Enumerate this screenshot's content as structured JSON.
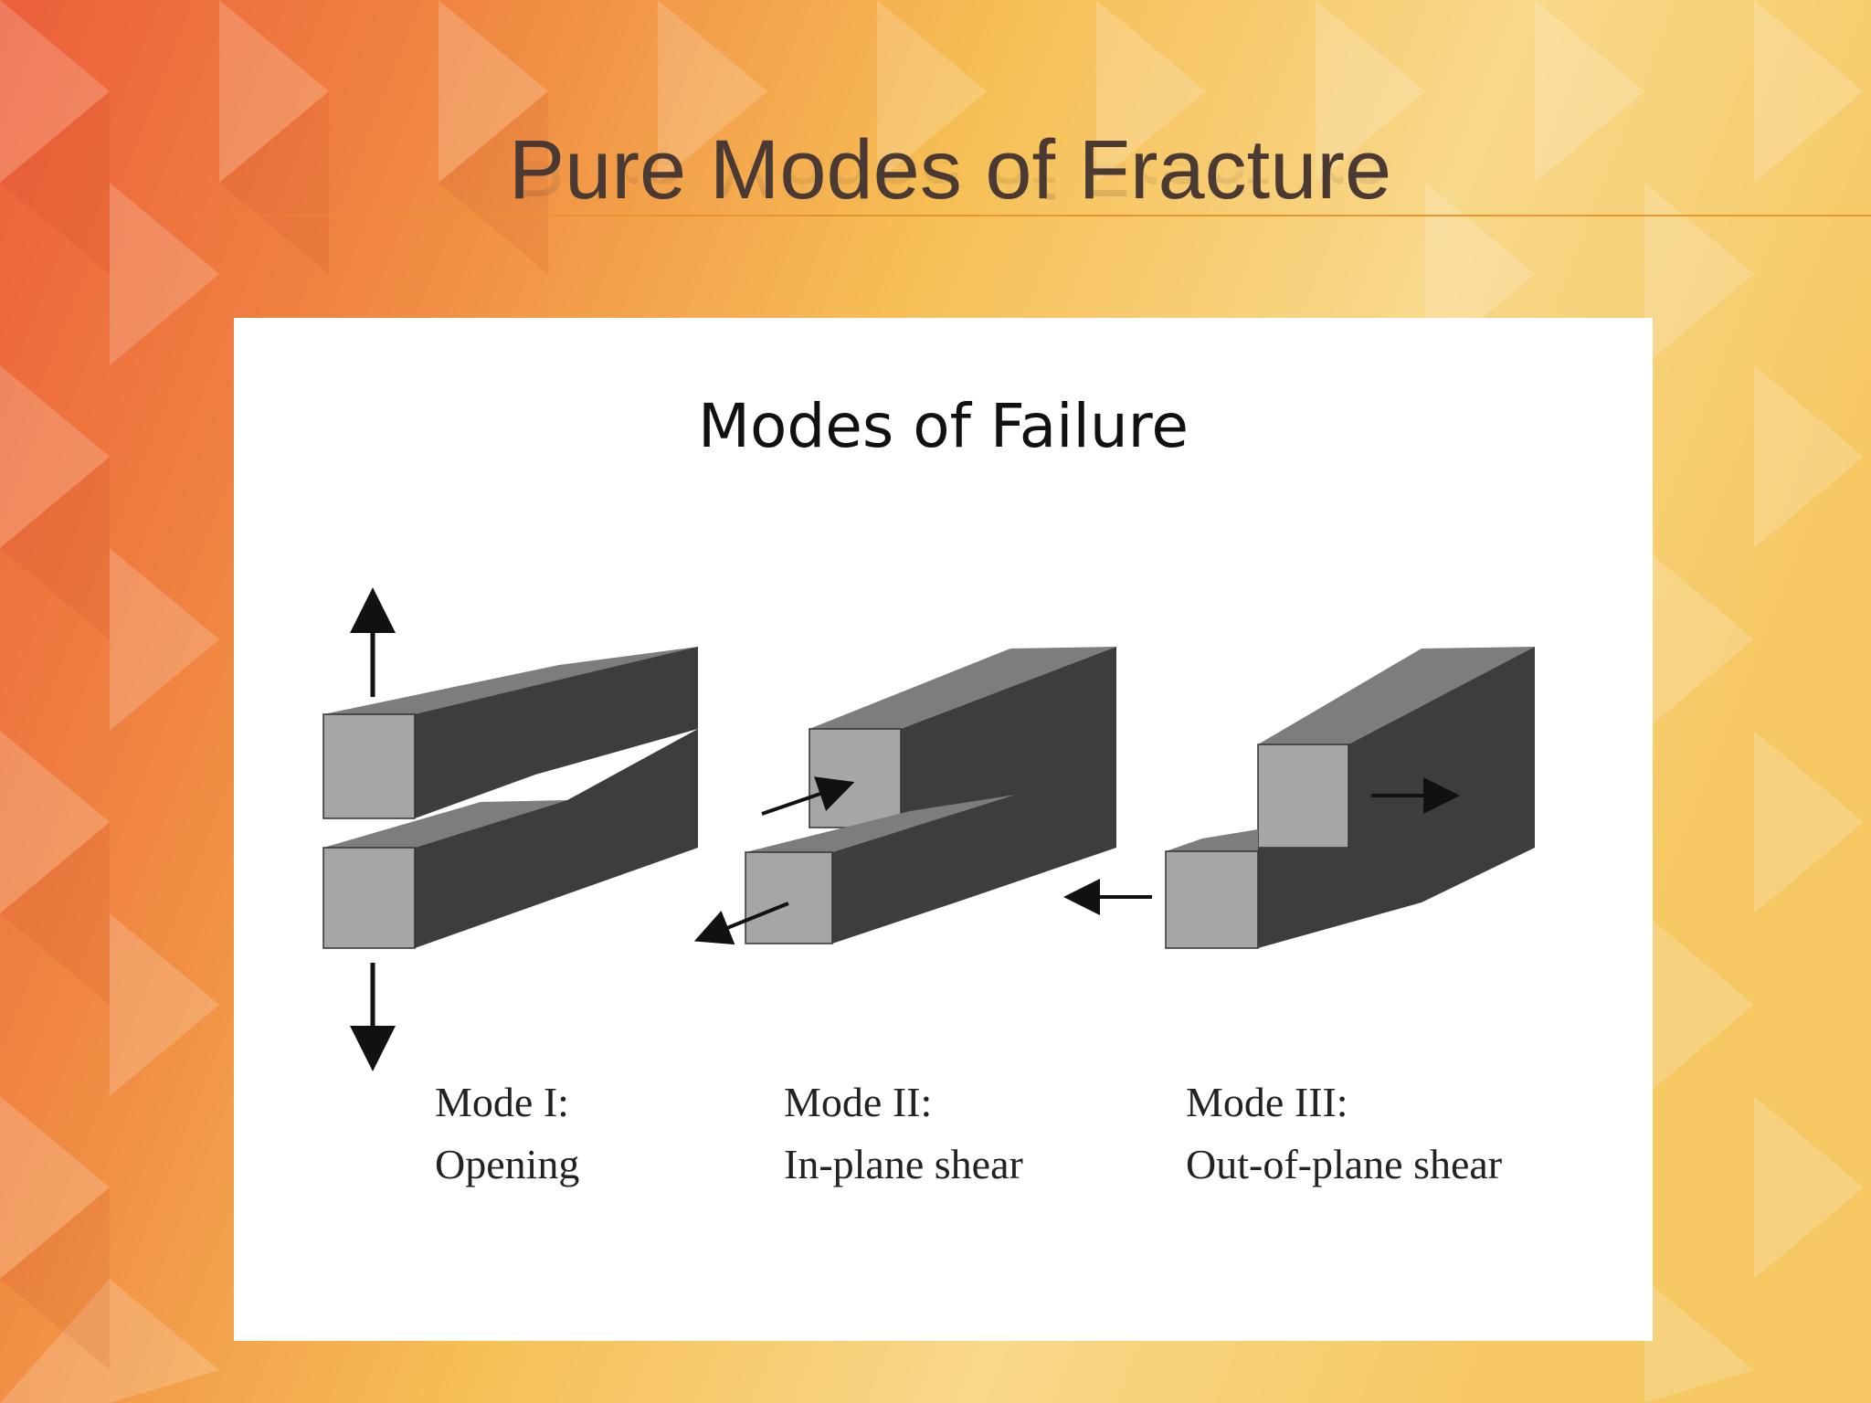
{
  "slide": {
    "title": "Pure Modes of Fracture"
  },
  "figure": {
    "title": "Modes of Failure",
    "modes": [
      {
        "name": "Mode I:",
        "description": "Opening"
      },
      {
        "name": "Mode II:",
        "description": "In-plane shear"
      },
      {
        "name": "Mode III:",
        "description": "Out-of-plane shear"
      }
    ]
  },
  "colors": {
    "title_text": "#4a3a33",
    "background_orange": "#ee6a3c",
    "background_yellow": "#f7d37a",
    "block_dark": "#3d3c3e",
    "block_top": "#7d7c7e",
    "block_face": "#a6a5a7"
  }
}
